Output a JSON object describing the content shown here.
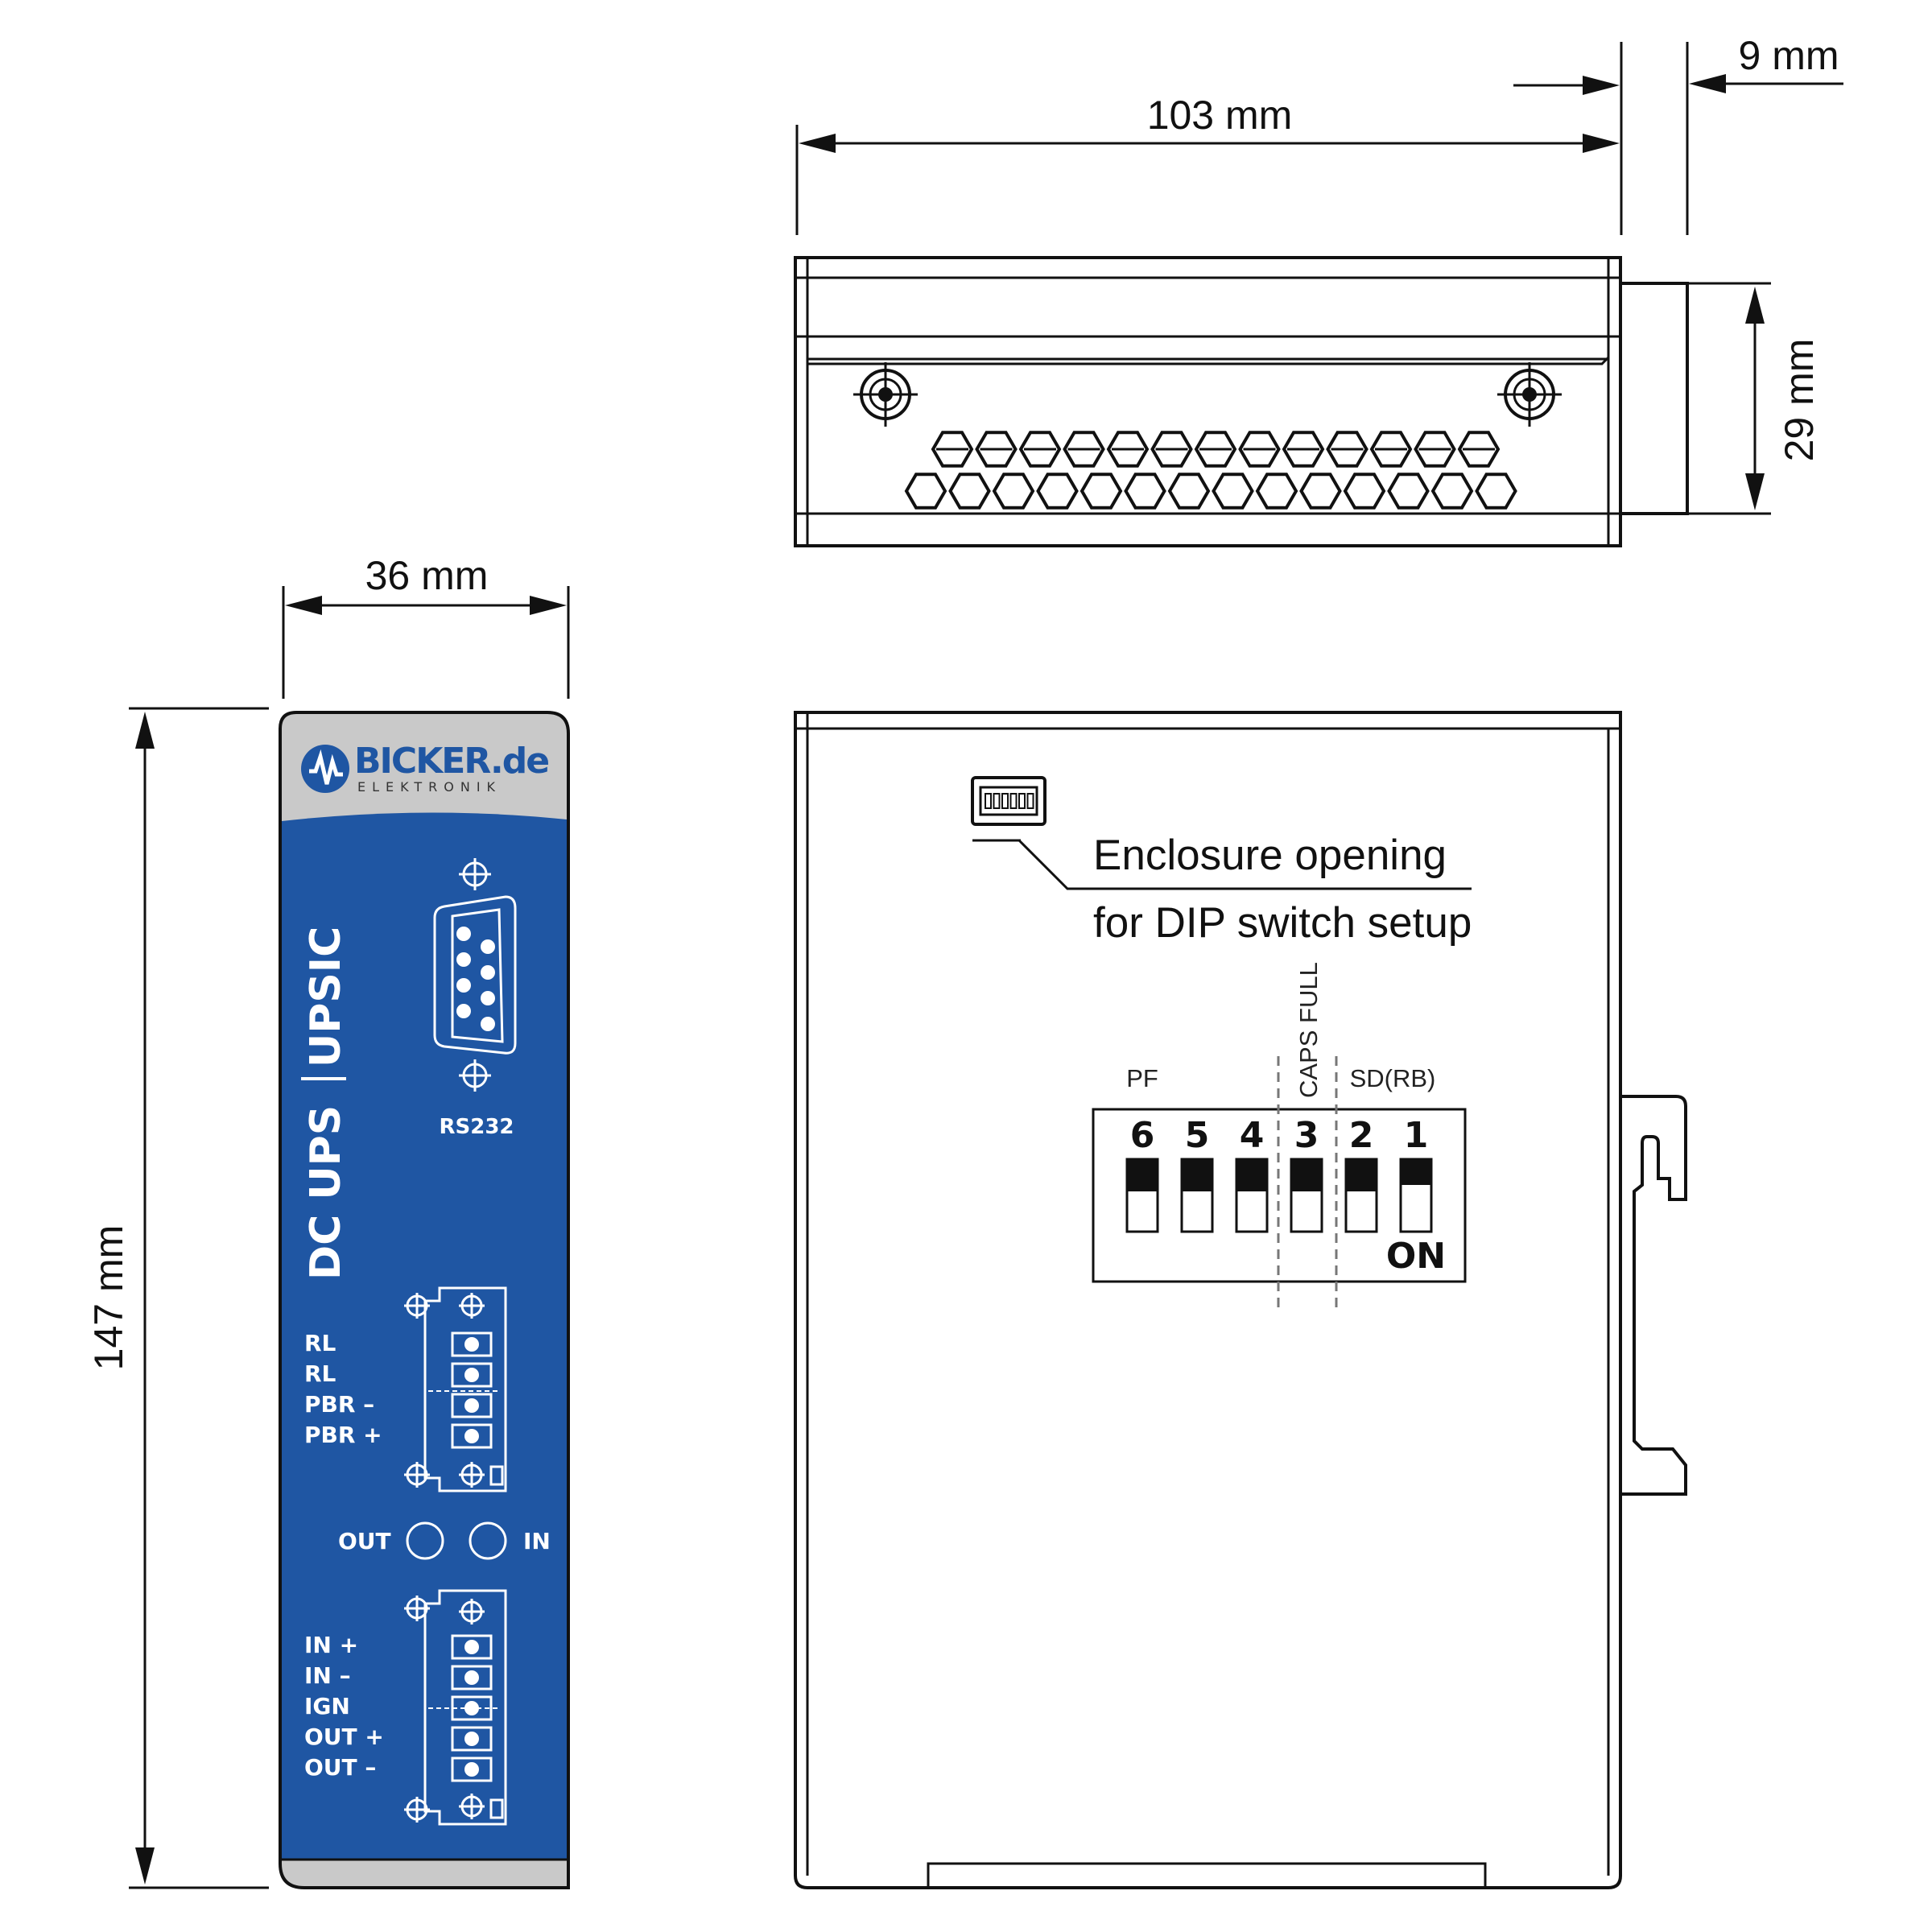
{
  "dimensions": {
    "top_length": "103 mm",
    "top_offset": "9 mm",
    "top_height": "29 mm",
    "front_width": "36 mm",
    "front_height": "147 mm"
  },
  "front_panel": {
    "brand_name": "BICKER.de",
    "brand_sub": "ELEKTRONIK",
    "title_left": "DC UPS",
    "title_right": "UPSIC",
    "connector_label": "RS232",
    "terminal_upper": [
      "RL",
      "RL",
      "PBR –",
      "PBR +"
    ],
    "led_out": "OUT",
    "led_in": "IN",
    "terminal_lower": [
      "IN +",
      "IN –",
      "IGN",
      "OUT +",
      "OUT –"
    ],
    "colors": {
      "panel_blue": "#1f56a3",
      "cap_grey": "#c9c9c9",
      "logo_blue": "#1f56a3"
    }
  },
  "side_view": {
    "callout_line1": "Enclosure opening",
    "callout_line2": "for DIP switch setup",
    "group_pf": "PF",
    "group_caps": "CAPS FULL",
    "group_sd": "SD(RB)",
    "switch_numbers": [
      "6",
      "5",
      "4",
      "3",
      "2",
      "1"
    ],
    "on_label": "ON"
  }
}
